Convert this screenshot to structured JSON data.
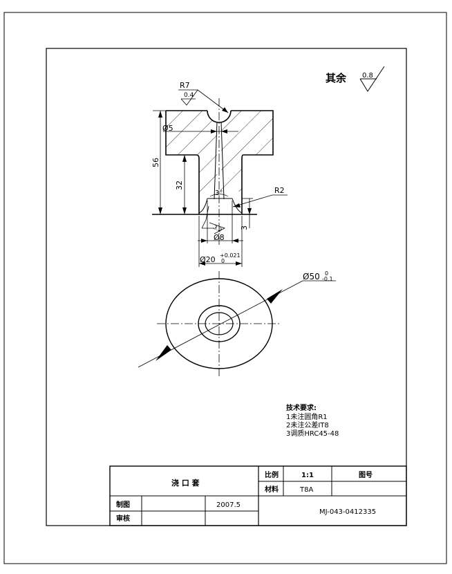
{
  "surface_note": {
    "label": "其余",
    "value": "0.8"
  },
  "dimensions": {
    "r7": "R7",
    "ra_local": "0.4",
    "d5": "Ø5",
    "h56": "56",
    "h32": "32",
    "angle": "3°",
    "r2": "R2",
    "d8": "Ø8",
    "d20_base": "Ø20",
    "d20_upper": "+0.021",
    "d20_lower": "0",
    "d50_base": "Ø50",
    "d50_upper": "0",
    "d50_lower": "-0.1",
    "h3": "3",
    "ra_small": "3.2"
  },
  "tech_requirements": {
    "title": "技术要求:",
    "items": [
      "1未注圆角R1",
      "2未注公差IT8",
      "3调质HRC45-48"
    ]
  },
  "title_block": {
    "part_name": "浇  口  套",
    "scale_label": "比例",
    "scale_value": "1:1",
    "drawing_no_label": "图号",
    "material_label": "材料",
    "material_value": "T8A",
    "drawn_label": "制图",
    "date": "2007.5",
    "checked_label": "审核",
    "drawing_number": "MJ-043-0412335"
  }
}
